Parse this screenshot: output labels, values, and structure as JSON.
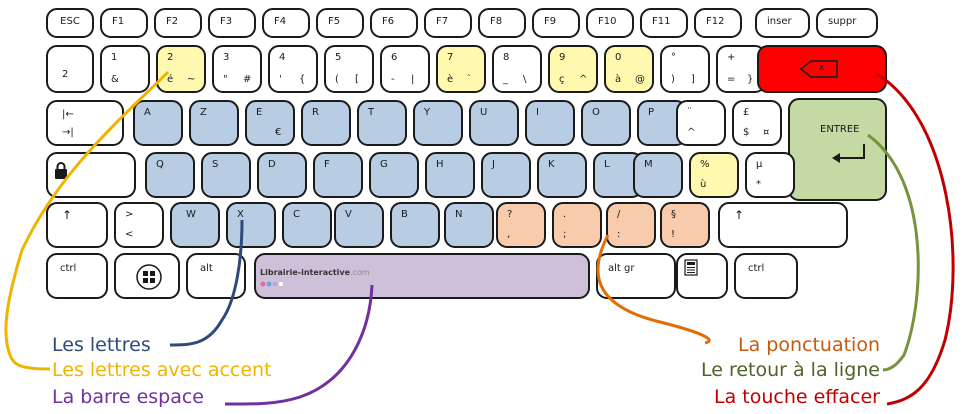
{
  "keyboard": {
    "fn_row": [
      "ESC",
      "F1",
      "F2",
      "F3",
      "F4",
      "F5",
      "F6",
      "F7",
      "F8",
      "F9",
      "F10",
      "F11",
      "F12",
      "inser",
      "suppr"
    ],
    "num_row": [
      {
        "t1": "",
        "b1": "2"
      },
      {
        "t1": "1",
        "b1": "&"
      },
      {
        "t1": "2",
        "b1": "é",
        "b2": "~"
      },
      {
        "t1": "3",
        "b1": "\"",
        "b2": "#"
      },
      {
        "t1": "4",
        "b1": "'",
        "b2": "{"
      },
      {
        "t1": "5",
        "b1": "(",
        "b2": "["
      },
      {
        "t1": "6",
        "b1": "-",
        "b2": "|"
      },
      {
        "t1": "7",
        "b1": "è",
        "b2": "`"
      },
      {
        "t1": "8",
        "b1": "_",
        "b2": "\\"
      },
      {
        "t1": "9",
        "b1": "ç",
        "b2": "^"
      },
      {
        "t1": "0",
        "b1": "à",
        "b2": "@"
      },
      {
        "t1": "°",
        "b1": ")",
        "b2": "]"
      },
      {
        "t1": "+",
        "b1": "=",
        "b2": "}"
      }
    ],
    "backspace_label": "x",
    "tab_top": "|←",
    "tab_bottom": "→|",
    "azerty_row": [
      "A",
      "Z",
      "E",
      "R",
      "T",
      "Y",
      "U",
      "I",
      "O",
      "P"
    ],
    "euro": "€",
    "trema_top": "¨",
    "trema_bottom": "^",
    "pound_top": "£",
    "pound_bottom": "$",
    "pound_extra": "¤",
    "enter_label": "ENTREE",
    "qsdf_row": [
      "Q",
      "S",
      "D",
      "F",
      "G",
      "H",
      "J",
      "K",
      "L",
      "M"
    ],
    "percent_top": "%",
    "percent_bottom": "ù",
    "mu_top": "µ",
    "mu_bottom": "*",
    "shift_symbol": "↑",
    "angle_top": ">",
    "angle_bottom": "<",
    "wxcv_row": [
      "W",
      "X",
      "C",
      "V",
      "B",
      "N"
    ],
    "punct_row": [
      {
        "t1": "?",
        "b1": ","
      },
      {
        "t1": ".",
        "b1": ";"
      },
      {
        "t1": "/",
        "b1": ":"
      },
      {
        "t1": "§",
        "b1": "!"
      }
    ],
    "ctrl": "ctrl",
    "alt": "alt",
    "altgr": "alt gr",
    "space_brand": "Librairie-interactive",
    "space_brand_suffix": ".com"
  },
  "legend": {
    "letters": "Les lettres",
    "accents": "Les lettres avec accent",
    "space": "La barre espace",
    "punctuation": "La ponctuation",
    "enter": "Le retour à la ligne",
    "delete": "La touche effacer"
  },
  "colors": {
    "letters": "#2e4a7a",
    "accents": "#f0b400",
    "space": "#7030a0",
    "punctuation": "#e36c09",
    "enter": "#77933c",
    "delete": "#c00000"
  }
}
